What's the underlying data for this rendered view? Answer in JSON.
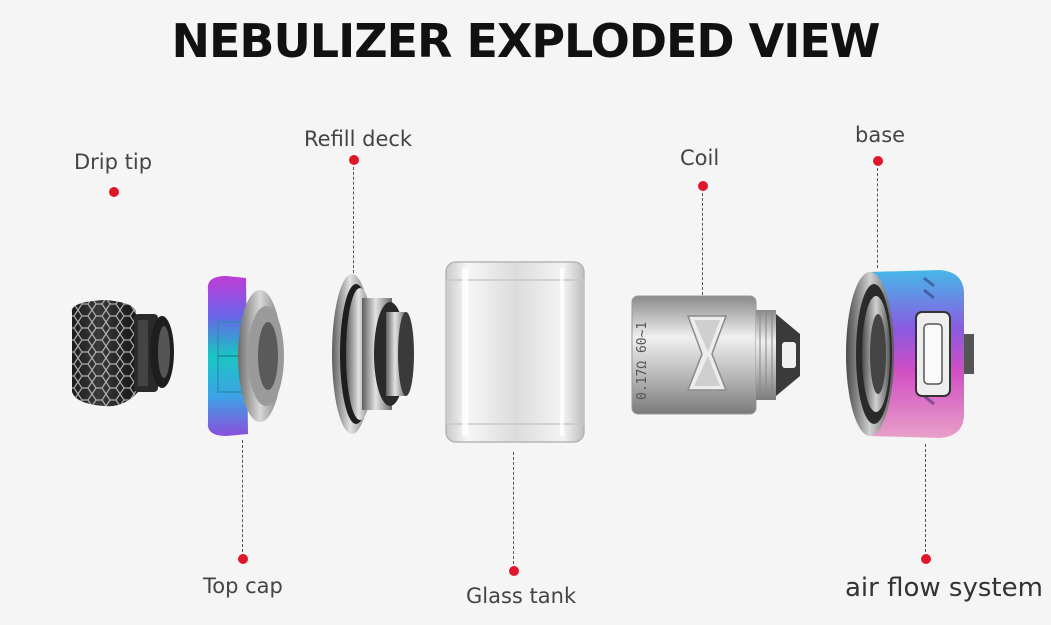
{
  "title": "NEBULIZER EXPLODED VIEW",
  "accent_color": "#e0162b",
  "labels": {
    "drip_tip": "Drip tip",
    "refill_deck": "Refill deck",
    "coil": "Coil",
    "base": "base",
    "top_cap": "Top cap",
    "glass_tank": "Glass tank",
    "air_flow_system": "air flow system"
  },
  "coil_marking": "0.17Ω 60~1"
}
